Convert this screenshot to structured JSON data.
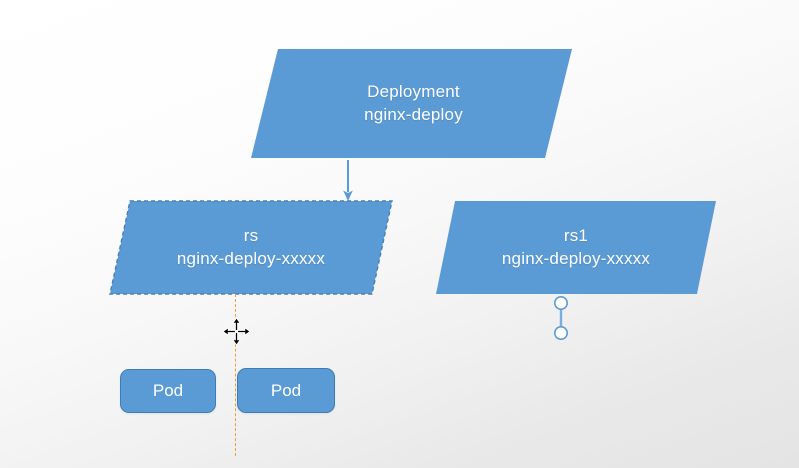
{
  "diagram": {
    "title": "kubernetes deployment replicaset pod diagram",
    "background": {
      "top_color": "#ffffff",
      "bottom_color": "#e4e4e4"
    },
    "colors": {
      "shape_fill": "#5b9bd5",
      "shape_stroke": "#3f7cb4",
      "shape_text": "#ffffff",
      "arrow": "#5b9bd5",
      "guide_line": "#e8a33d",
      "handle_stroke": "#5b9bd5",
      "selection_dash": "#4a7fb5"
    },
    "nodes": {
      "deployment": {
        "shape": "parallelogram",
        "line1": "Deployment",
        "line2": "nginx-deploy"
      },
      "replicaset_left": {
        "shape": "parallelogram",
        "selected": true,
        "line1": "rs",
        "line2": "nginx-deploy-xxxxx"
      },
      "replicaset_right": {
        "shape": "parallelogram",
        "selected": false,
        "line1": "rs1",
        "line2": "nginx-deploy-xxxxx"
      },
      "pod_left": {
        "shape": "rounded-rectangle",
        "label": "Pod"
      },
      "pod_right": {
        "shape": "rounded-rectangle",
        "label": "Pod"
      }
    },
    "edges": {
      "deployment_to_replicaset": {
        "type": "arrow",
        "direction": "down"
      }
    },
    "overlays": {
      "move_cursor": "move-cursor",
      "alignment_guide": "vertical-dashed-guide",
      "connector_handles": "connector-endpoint-handles"
    }
  }
}
